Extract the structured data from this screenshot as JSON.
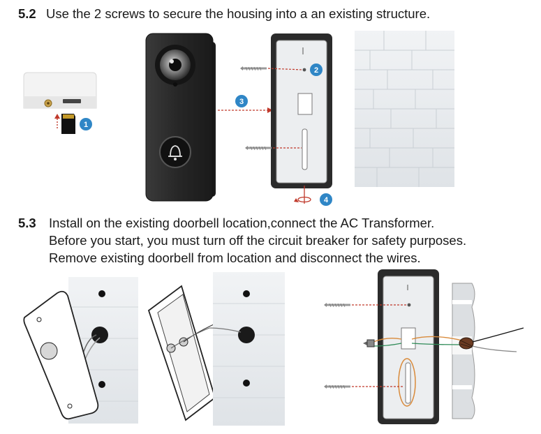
{
  "section_52": {
    "number": "5.2",
    "text": "Use the 2 screws to secure the housing into a an existing structure.",
    "callouts": [
      "1",
      "2",
      "3",
      "4"
    ]
  },
  "section_53": {
    "number": "5.3",
    "lines": [
      "Install on the existing doorbell location,connect the AC Transformer.",
      "Before you start, you must turn off the circuit breaker for safety purposes.",
      "Remove existing doorbell from location and disconnect the wires."
    ]
  },
  "colors": {
    "callout": "#2f86c6",
    "arrow": "#c0392b",
    "device": "#2a2a2a",
    "wall": "#e9ecef"
  }
}
